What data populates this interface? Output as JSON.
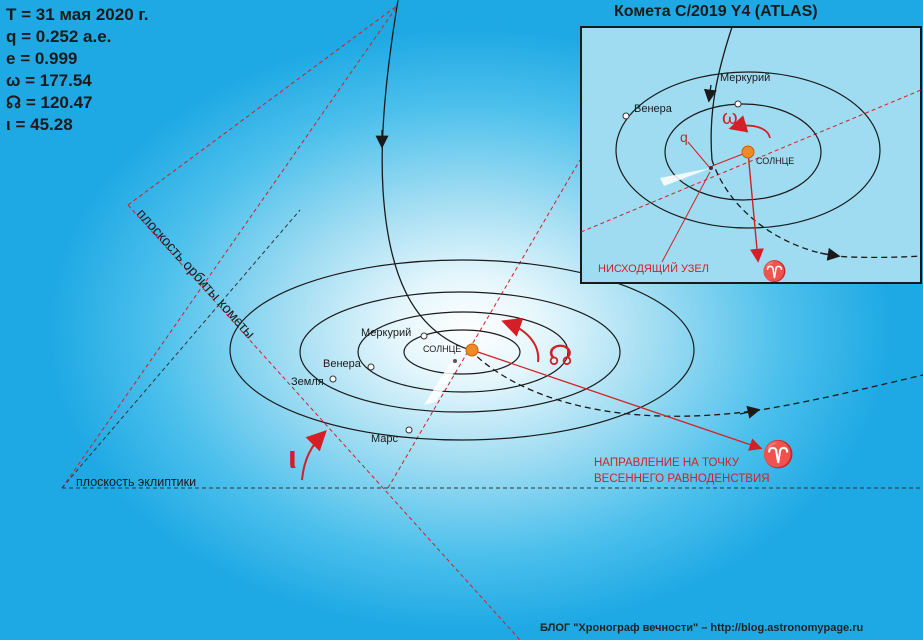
{
  "params": [
    {
      "symbol": "T",
      "text": " = 31 мая 2020 г."
    },
    {
      "symbol": "q",
      "text": " = 0.252 а.е."
    },
    {
      "symbol": "e",
      "text": " = 0.999"
    },
    {
      "symbol": "ω",
      "text": " = 177.54"
    },
    {
      "symbol": "☊",
      "text": " = 120.47"
    },
    {
      "symbol": "ι",
      "text": " = 45.28"
    }
  ],
  "title": "Комета C/2019 Y4 (ATLAS)",
  "labels": {
    "orbit_plane": "плоскость орбиты кометы",
    "ecliptic_plane": "плоскость эклиптики",
    "sun": "СОЛНЦЕ",
    "mercury": "Меркурий",
    "venus": "Венера",
    "earth": "Земля",
    "mars": "Марс",
    "node_symbol": "☊",
    "incl_symbol": "ι",
    "aries_symbol": "♈",
    "vernal_line1": "НАПРАВЛЕНИЕ НА ТОЧКУ",
    "vernal_line2": "ВЕСЕННЕГО РАВНОДЕНСТВИЯ"
  },
  "inset": {
    "mercury": "Меркурий",
    "venus": "Венера",
    "sun": "СОЛНЦЕ",
    "omega": "ω",
    "q": "q",
    "descending_node": "НИСХОДЯЩИЙ УЗЕЛ",
    "aries_symbol": "♈"
  },
  "footer": "БЛОГ \"Хронограф вечности\" – http://blog.astronomypage.ru",
  "colors": {
    "red": "#d41f26",
    "sun": "#f08a24",
    "dark": "#1a1a1a"
  }
}
